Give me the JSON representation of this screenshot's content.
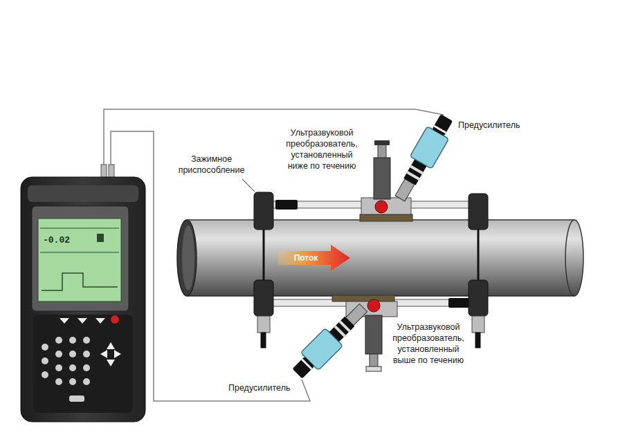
{
  "diagram": {
    "labels": [
      "Ультразвуковой преобразователь, установленный ниже по течению",
      "Предусилитель",
      "Зажимное приспособление",
      "Поток",
      "Ультразвуковой преобразователь, установленный выше по течению",
      "Предусилитель",
      "-0.02"
    ]
  }
}
